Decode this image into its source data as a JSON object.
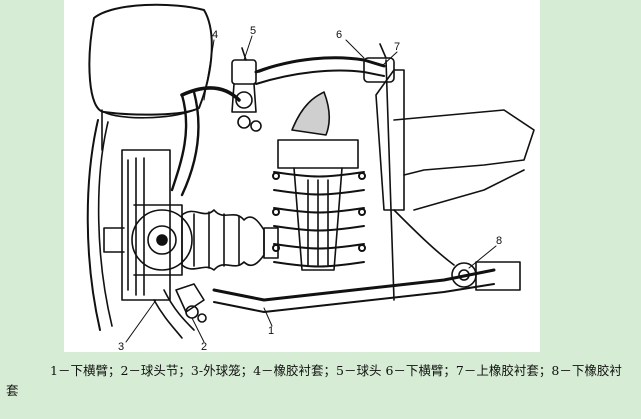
{
  "figure": {
    "labels": [
      "1",
      "2",
      "3",
      "4",
      "5",
      "6",
      "7",
      "8"
    ]
  },
  "caption": {
    "text": "1－下横臂；2－球头节；3-外球笼；4－橡胶衬套；5－球头 6－下横臂；7－上橡胶衬套；8－下橡胶衬套"
  }
}
